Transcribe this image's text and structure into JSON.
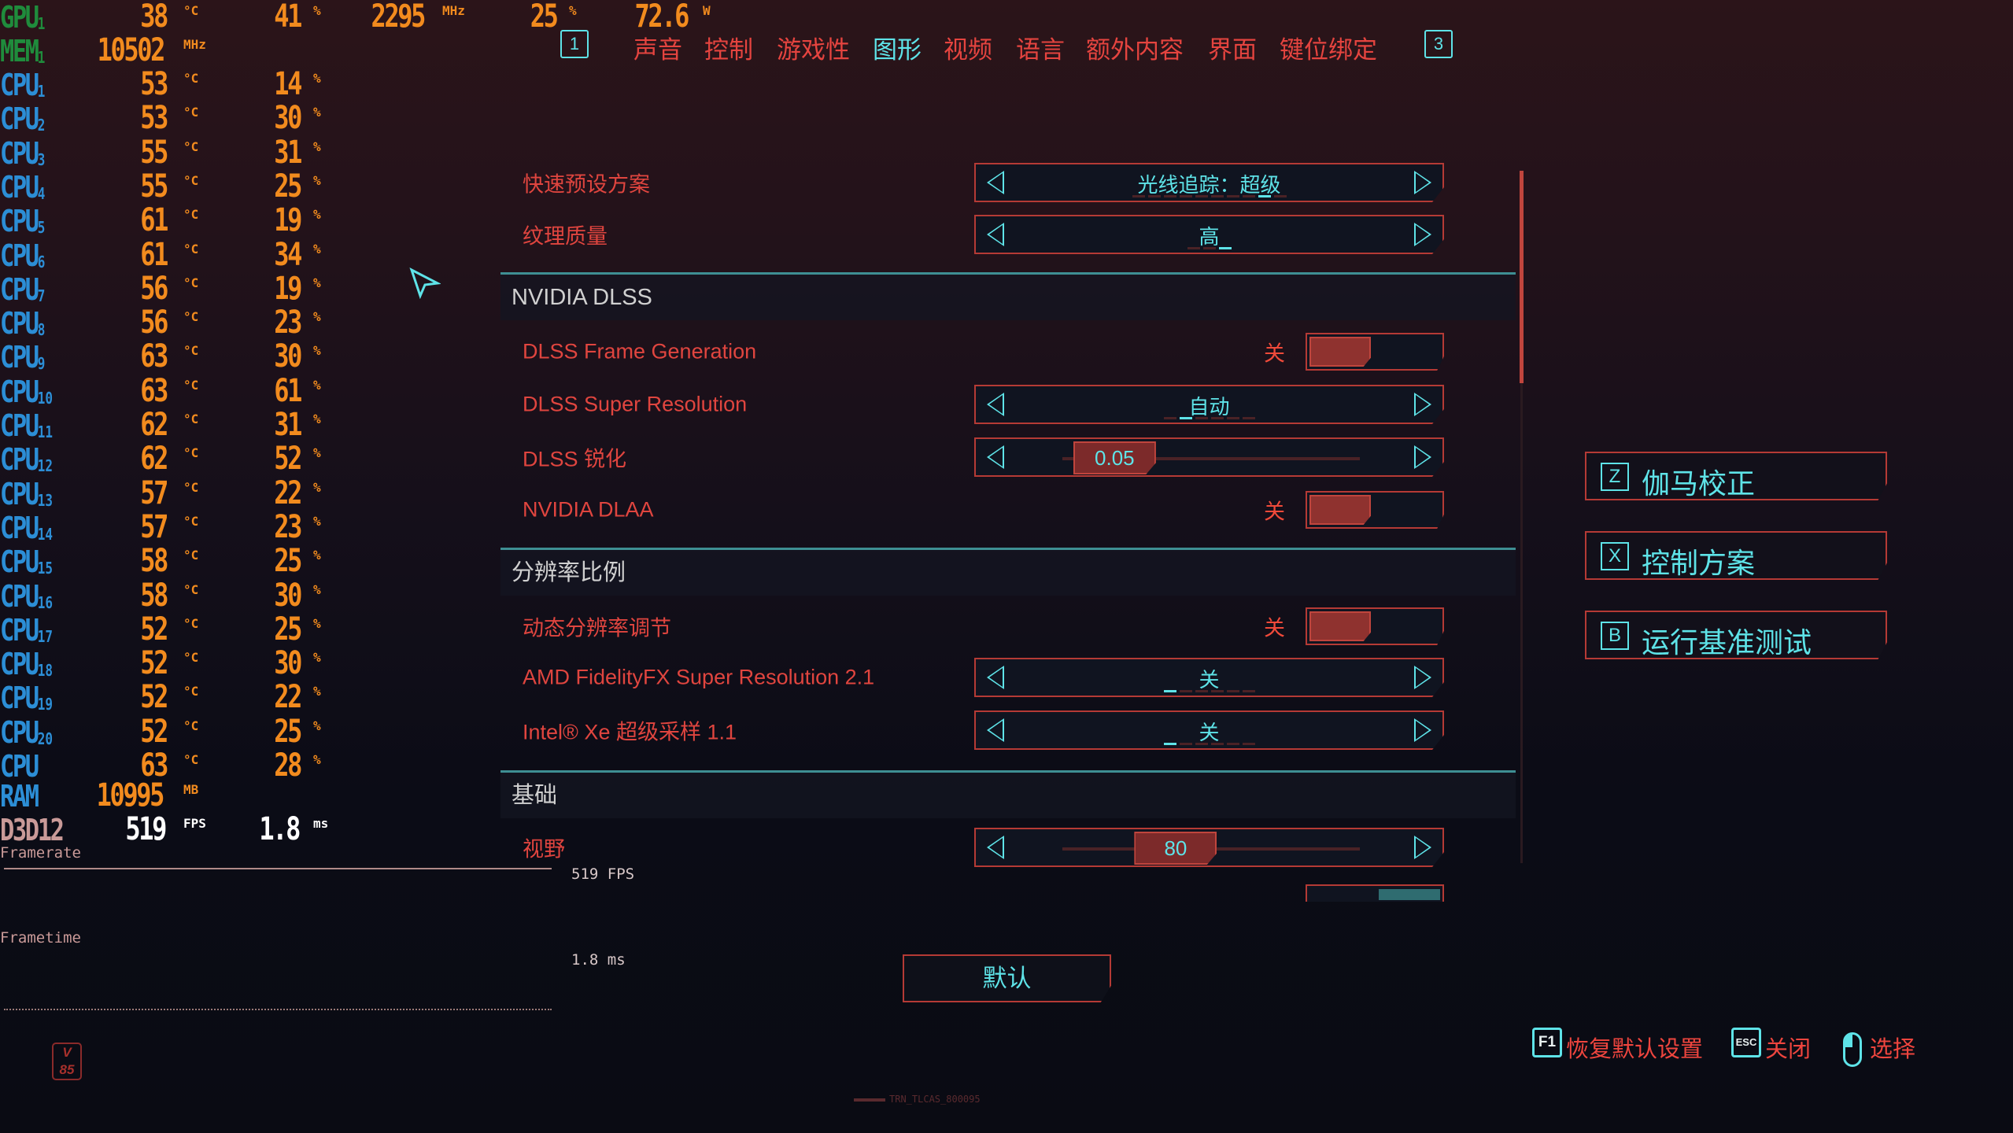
{
  "overlay": {
    "gpu": {
      "label": "GPU",
      "sub": "1",
      "temp": "38",
      "temp_unit": "°C",
      "load": "41",
      "load_unit": "%",
      "clock": "2295",
      "clock_unit": "MHz",
      "power_pct": "25",
      "power_pct_unit": "%",
      "power": "72.6",
      "power_unit": "W"
    },
    "mem": {
      "label": "MEM",
      "sub": "1",
      "clock": "10502",
      "unit": "MHz"
    },
    "cpus": [
      {
        "label": "CPU",
        "sub": "1",
        "temp": "53",
        "load": "14"
      },
      {
        "label": "CPU",
        "sub": "2",
        "temp": "53",
        "load": "30"
      },
      {
        "label": "CPU",
        "sub": "3",
        "temp": "55",
        "load": "31"
      },
      {
        "label": "CPU",
        "sub": "4",
        "temp": "55",
        "load": "25"
      },
      {
        "label": "CPU",
        "sub": "5",
        "temp": "61",
        "load": "19"
      },
      {
        "label": "CPU",
        "sub": "6",
        "temp": "61",
        "load": "34"
      },
      {
        "label": "CPU",
        "sub": "7",
        "temp": "56",
        "load": "19"
      },
      {
        "label": "CPU",
        "sub": "8",
        "temp": "56",
        "load": "23"
      },
      {
        "label": "CPU",
        "sub": "9",
        "temp": "63",
        "load": "30"
      },
      {
        "label": "CPU",
        "sub": "10",
        "temp": "63",
        "load": "61"
      },
      {
        "label": "CPU",
        "sub": "11",
        "temp": "62",
        "load": "31"
      },
      {
        "label": "CPU",
        "sub": "12",
        "temp": "62",
        "load": "52"
      },
      {
        "label": "CPU",
        "sub": "13",
        "temp": "57",
        "load": "22"
      },
      {
        "label": "CPU",
        "sub": "14",
        "temp": "57",
        "load": "23"
      },
      {
        "label": "CPU",
        "sub": "15",
        "temp": "58",
        "load": "25"
      },
      {
        "label": "CPU",
        "sub": "16",
        "temp": "58",
        "load": "30"
      },
      {
        "label": "CPU",
        "sub": "17",
        "temp": "52",
        "load": "25"
      },
      {
        "label": "CPU",
        "sub": "18",
        "temp": "52",
        "load": "30"
      },
      {
        "label": "CPU",
        "sub": "19",
        "temp": "52",
        "load": "22"
      },
      {
        "label": "CPU",
        "sub": "20",
        "temp": "52",
        "load": "25"
      },
      {
        "label": "CPU",
        "sub": "",
        "temp": "63",
        "load": "28"
      }
    ],
    "temp_unit": "°C",
    "load_unit": "%",
    "ram": {
      "label": "RAM",
      "value": "10995",
      "unit": "MB"
    },
    "api": {
      "label": "D3D12",
      "fps": "519",
      "fps_unit": "FPS",
      "frametime": "1.8",
      "frametime_unit": "ms"
    },
    "framerate_label": "Framerate",
    "frametime_label": "Frametime",
    "graph_fps": "519 FPS",
    "graph_ms": "1.8 ms"
  },
  "tabs": {
    "left_key": "1",
    "right_key": "3",
    "active": "图形",
    "items": [
      "声音",
      "控制",
      "游戏性",
      "图形",
      "视频",
      "语言",
      "额外内容",
      "界面",
      "键位绑定"
    ]
  },
  "settings": {
    "sections": [
      "NVIDIA DLSS",
      "分辨率比例",
      "基础"
    ],
    "rows": [
      {
        "label": "快速预设方案",
        "type": "selector",
        "value": "光线追踪：超级",
        "pips": 10,
        "active_pip": 8
      },
      {
        "label": "纹理质量",
        "type": "selector",
        "value": "高",
        "pips": 3,
        "active_pip": 2
      },
      {
        "label": "DLSS Frame Generation",
        "type": "toggle",
        "value": "关",
        "on": false
      },
      {
        "label": "DLSS Super Resolution",
        "type": "selector",
        "value": "自动",
        "pips": 6,
        "active_pip": 1
      },
      {
        "label": "DLSS 锐化",
        "type": "slider",
        "value": "0.05",
        "fraction": 0.05
      },
      {
        "label": "NVIDIA DLAA",
        "type": "toggle",
        "value": "关",
        "on": false
      },
      {
        "label": "动态分辨率调节",
        "type": "toggle",
        "value": "关",
        "on": false
      },
      {
        "label": "AMD FidelityFX Super Resolution 2.1",
        "type": "selector",
        "value": "关",
        "pips": 6,
        "active_pip": 0
      },
      {
        "label": "Intel® Xe 超级采样 1.1",
        "type": "selector",
        "value": "关",
        "pips": 6,
        "active_pip": 0
      },
      {
        "label": "视野",
        "type": "slider",
        "value": "80",
        "fraction": 0.33
      }
    ],
    "default_button": "默认"
  },
  "side_buttons": [
    {
      "key": "Z",
      "label": "伽马校正"
    },
    {
      "key": "X",
      "label": "控制方案"
    },
    {
      "key": "B",
      "label": "运行基准测试"
    }
  ],
  "hints": [
    {
      "key": "F1",
      "label": "恢复默认设置"
    },
    {
      "key": "ESC",
      "label": "关闭"
    },
    {
      "key": "mouse-icon",
      "label": "选择"
    }
  ],
  "logo": "V 85",
  "footer_code": "TRN_TLCAS_800095",
  "colors": {
    "accent": "#5ee3e8",
    "label": "#e0453f",
    "overlay_value": "#f28b1e",
    "gpu_label": "#1f8c3c",
    "cpu_label": "#2c8ed6",
    "divider": "#3e8f93"
  }
}
